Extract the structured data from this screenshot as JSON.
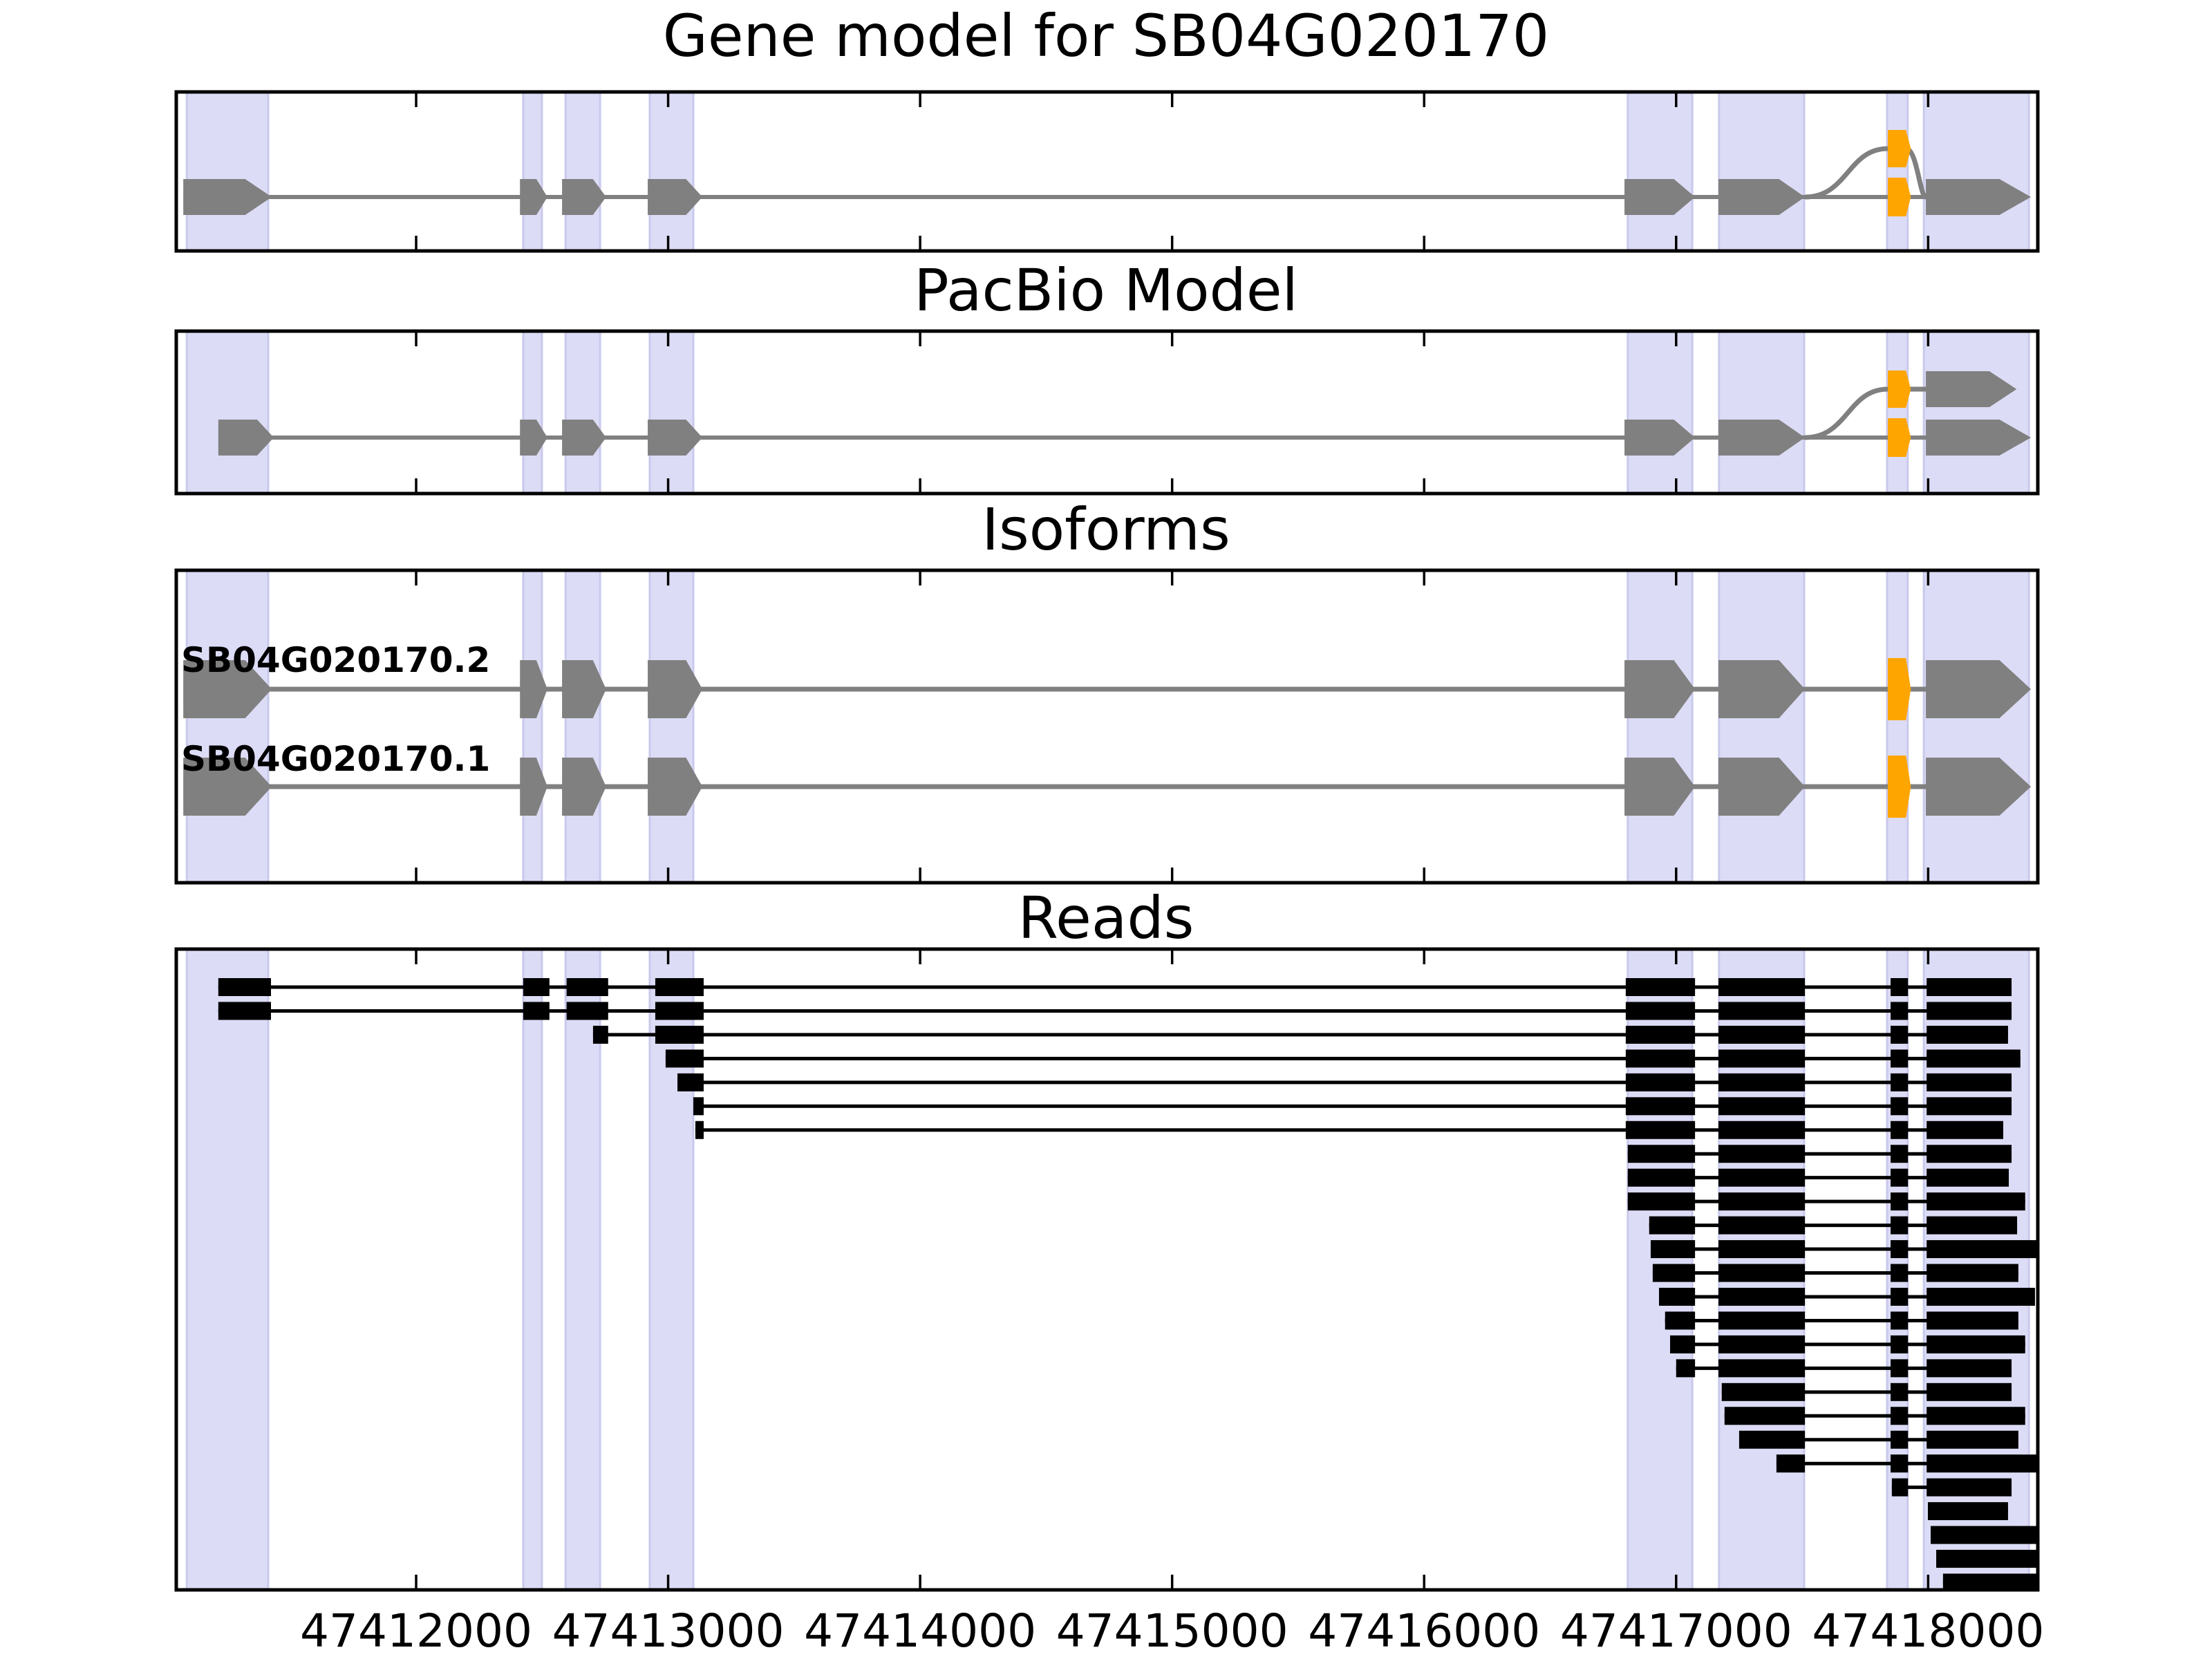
{
  "titles": {
    "panel1": "Gene model for SB04G020170",
    "panel2": "PacBio Model",
    "panel3": "Isoforms",
    "panel4": "Reads"
  },
  "axis": {
    "xmin": 47411048,
    "xmax": 47418435,
    "ticks": [
      47412000,
      47413000,
      47414000,
      47415000,
      47416000,
      47417000,
      47418000
    ],
    "tick_labels": [
      "47412000",
      "47413000",
      "47414000",
      "47415000",
      "47416000",
      "47417000",
      "47418000"
    ]
  },
  "colors": {
    "exon_gray": "#808080",
    "orange": "#FFA500",
    "read_black": "#000000",
    "band_fill": "#DCDCF6",
    "band_edge": "#C9C9EC",
    "border": "#000000",
    "background": "#ffffff"
  },
  "chart_data": {
    "type": "gene-model-tracks",
    "gene_id": "SB04G020170",
    "xlim": [
      47411048,
      47418435
    ],
    "highlight_regions": [
      [
        47411090,
        47411413
      ],
      [
        47412425,
        47412499
      ],
      [
        47412593,
        47412730
      ],
      [
        47412927,
        47413100
      ],
      [
        47416808,
        47417064
      ],
      [
        47417170,
        47417508
      ],
      [
        47417837,
        47417919
      ],
      [
        47417983,
        47418400
      ]
    ],
    "gene_model": {
      "exons": [
        [
          47411076,
          47411427
        ],
        [
          47412412,
          47412521
        ],
        [
          47412579,
          47412754
        ],
        [
          47412919,
          47413136
        ],
        [
          47416795,
          47417075
        ],
        [
          47417168,
          47417511
        ]
      ],
      "orange_exon_upper": [
        47417840,
        47417912
      ],
      "orange_exon_lower": [
        47417840,
        47417912
      ],
      "final_exon": [
        47417991,
        47418408
      ],
      "splice_arc": {
        "from": 47417511,
        "to": 47417991
      }
    },
    "pacbio_model": {
      "exons": [
        [
          47411215,
          47411435
        ],
        [
          47412412,
          47412521
        ],
        [
          47412579,
          47412754
        ],
        [
          47412919,
          47413136
        ],
        [
          47416795,
          47417075
        ],
        [
          47417168,
          47417511
        ]
      ],
      "orange_exon_upper": [
        47417840,
        47417912
      ],
      "orange_exon_lower": [
        47417840,
        47417912
      ],
      "final_exon_upper": [
        47417991,
        47418351
      ],
      "final_exon_lower": [
        47417991,
        47418408
      ],
      "splice_arc": {
        "from": 47417511,
        "to": 47417840
      }
    },
    "isoforms": [
      {
        "name": "SB04G020170.2",
        "exons": [
          [
            47411076,
            47411427
          ],
          [
            47412412,
            47412521
          ],
          [
            47412579,
            47412754
          ],
          [
            47412919,
            47413136
          ],
          [
            47416795,
            47417075
          ],
          [
            47417168,
            47417511
          ]
        ],
        "orange_exon": [
          47417840,
          47417912
        ],
        "final_exon": [
          47417991,
          47418408
        ]
      },
      {
        "name": "SB04G020170.1",
        "exons": [
          [
            47411076,
            47411427
          ],
          [
            47412412,
            47412521
          ],
          [
            47412579,
            47412754
          ],
          [
            47412919,
            47413136
          ],
          [
            47416795,
            47417075
          ],
          [
            47417168,
            47417511
          ]
        ],
        "orange_exon": [
          47417840,
          47417912
        ],
        "final_exon": [
          47417991,
          47418408
        ]
      }
    ],
    "read_exon_intervals": [
      [
        47411215,
        47411424
      ],
      [
        47412425,
        47412529
      ],
      [
        47412597,
        47412762
      ],
      [
        47412949,
        47413141
      ],
      [
        47416800,
        47417075
      ],
      [
        47417168,
        47417511
      ],
      [
        47417851,
        47417920
      ],
      [
        47417994,
        47418435
      ]
    ],
    "reads": [
      {
        "start": 47411215,
        "end": 47418331
      },
      {
        "start": 47411215,
        "end": 47418331
      },
      {
        "start": 47412702,
        "end": 47418317
      },
      {
        "start": 47412990,
        "end": 47418366
      },
      {
        "start": 47413037,
        "end": 47418331
      },
      {
        "start": 47413100,
        "end": 47418331
      },
      {
        "start": 47413108,
        "end": 47418298
      },
      {
        "start": 47416808,
        "end": 47418331
      },
      {
        "start": 47416808,
        "end": 47418320
      },
      {
        "start": 47416808,
        "end": 47418385
      },
      {
        "start": 47416893,
        "end": 47418353
      },
      {
        "start": 47416899,
        "end": 47418435
      },
      {
        "start": 47416907,
        "end": 47418358
      },
      {
        "start": 47416932,
        "end": 47418424
      },
      {
        "start": 47416956,
        "end": 47418358
      },
      {
        "start": 47416976,
        "end": 47418385
      },
      {
        "start": 47417000,
        "end": 47418331
      },
      {
        "start": 47417181,
        "end": 47418331
      },
      {
        "start": 47417192,
        "end": 47418385
      },
      {
        "start": 47417250,
        "end": 47418358
      },
      {
        "start": 47417398,
        "end": 47418435
      },
      {
        "start": 47417856,
        "end": 47418331
      },
      {
        "start": 47417999,
        "end": 47418317
      },
      {
        "start": 47418010,
        "end": 47418435
      },
      {
        "start": 47418032,
        "end": 47418435
      },
      {
        "start": 47418059,
        "end": 47418435
      }
    ]
  }
}
